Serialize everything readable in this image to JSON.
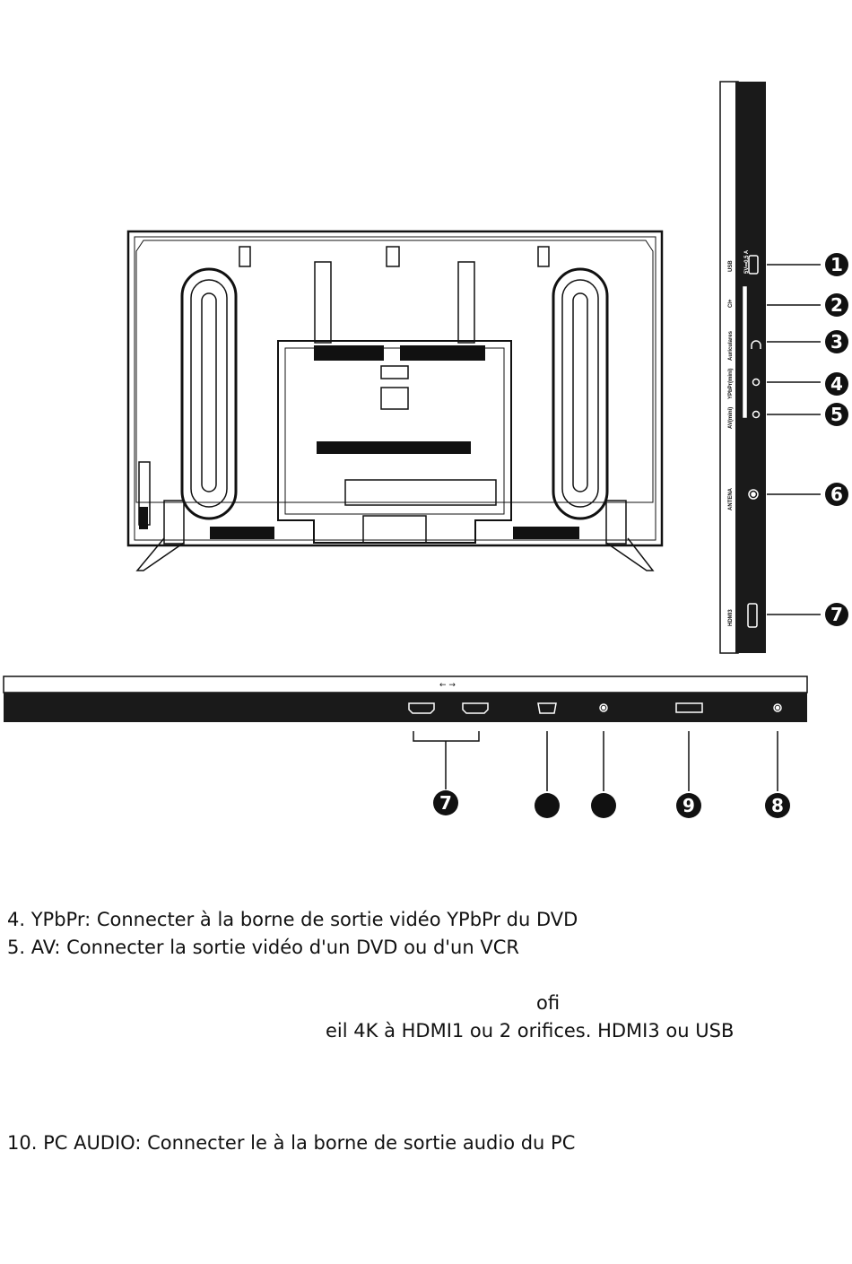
{
  "side_panel": {
    "ports": [
      {
        "label": "USB",
        "sublabel": "5V⎓0.5 A",
        "callout": "1"
      },
      {
        "label": "CI+",
        "callout": "2"
      },
      {
        "label": "Auriculares",
        "callout": "3"
      },
      {
        "label": "YPbPr(mini)",
        "callout": "4"
      },
      {
        "label": "AV(mini)",
        "callout": "5"
      },
      {
        "label": "ANTENA",
        "callout": "6"
      },
      {
        "label": "HDMI3",
        "callout": "7"
      }
    ]
  },
  "bottom_panel": {
    "arrows": "←  →",
    "callouts": {
      "hdmi": "7",
      "vga": "",
      "pc_audio": "",
      "scart": "9",
      "audio_out": "8"
    }
  },
  "descriptions": {
    "line_4": "4. YPbPr: Connecter à la borne de sortie vidéo YPbPr du DVD",
    "line_5": "5. AV: Connecter la sortie vidéo d'un DVD ou d'un VCR",
    "fragment_a": "ofi",
    "fragment_b": "eil 4K à HDMI1 ou 2 orifices. HDMI3 ou USB",
    "line_10": "10. PC AUDIO: Connecter le à la borne de sortie audio du PC"
  },
  "colors": {
    "panel": "#1a1a1a",
    "line": "#111111",
    "background": "#ffffff"
  }
}
